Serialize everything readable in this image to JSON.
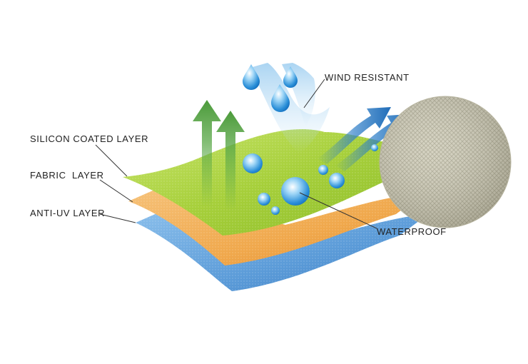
{
  "labels": {
    "silicon": "SILICON COATED LAYER",
    "fabric": "FABRIC  LAYER",
    "antiuv": "ANTI-UV LAYER",
    "wind": "WIND RESISTANT",
    "waterproof": "WATERPROOF"
  },
  "colors": {
    "silicon_layer": "#a6cf3a",
    "fabric_layer": "#f0a84c",
    "antiuv_layer": "#5b9bd8",
    "green_arrow": "#5aa848",
    "blue_arrow": "#2f7fc8",
    "mesh": "#c9c6b2",
    "label_text": "#222222"
  }
}
